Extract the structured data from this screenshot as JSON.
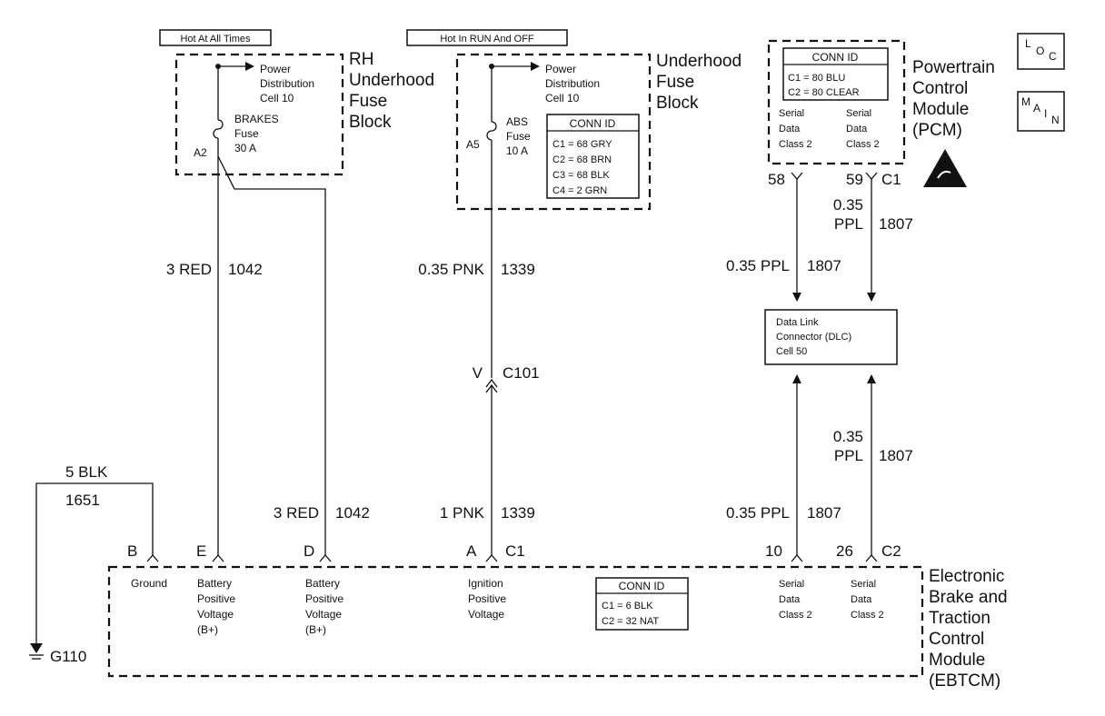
{
  "banners": {
    "hot_at_all_times": "Hot At All Times",
    "hot_in_run_and_off": "Hot In RUN And OFF"
  },
  "rh_fuse_block": {
    "title": [
      "RH",
      "Underhood",
      "Fuse",
      "Block"
    ],
    "power_dist": [
      "Power",
      "Distribution",
      "Cell 10"
    ],
    "fuse": [
      "BRAKES",
      "Fuse",
      "30 A"
    ],
    "pin": "A2"
  },
  "underhood_fuse_block": {
    "title": [
      "Underhood",
      "Fuse",
      "Block"
    ],
    "power_dist": [
      "Power",
      "Distribution",
      "Cell 10"
    ],
    "fuse": [
      "ABS",
      "Fuse",
      "10 A"
    ],
    "pin": "A5",
    "conn_id": {
      "title": "CONN ID",
      "lines": [
        "C1 = 68 GRY",
        "C2 = 68 BRN",
        "C3 = 68 BLK",
        "C4 = 2 GRN"
      ]
    }
  },
  "pcm": {
    "title": [
      "Powertrain",
      "Control",
      "Module",
      "(PCM)"
    ],
    "conn_id": {
      "title": "CONN ID",
      "lines": [
        "C1 = 80 BLU",
        "C2 = 80 CLEAR"
      ]
    },
    "serial_1": [
      "Serial",
      "Data",
      "Class 2"
    ],
    "serial_2": [
      "Serial",
      "Data",
      "Class 2"
    ],
    "pin_58": "58",
    "pin_59": "59",
    "conn": "C1"
  },
  "side_icons": {
    "loc": [
      "L",
      "O",
      "C"
    ],
    "main": [
      "M",
      "A",
      "I",
      "N"
    ]
  },
  "dlc": {
    "lines": [
      "Data Link",
      "Connector (DLC)",
      "Cell 50"
    ]
  },
  "wires": {
    "red_1042_upper": {
      "gauge_color": "3 RED",
      "circuit": "1042"
    },
    "pnk_1339_upper": {
      "gauge_color": "0.35 PNK",
      "circuit": "1339"
    },
    "inline_connector": {
      "pin": "V",
      "id": "C101"
    },
    "ppl_1807_a_upper": {
      "gauge_color": "0.35 PPL",
      "circuit": "1807"
    },
    "ppl_1807_b_upper": {
      "gauge_color_1": "0.35",
      "gauge_color_2": "PPL",
      "circuit": "1807"
    },
    "ppl_1807_b_lower": {
      "gauge_color_1": "0.35",
      "gauge_color_2": "PPL",
      "circuit": "1807"
    },
    "blk_1651": {
      "gauge_color": "5 BLK",
      "circuit": "1651"
    },
    "red_1042_lower": {
      "gauge_color": "3 RED",
      "circuit": "1042"
    },
    "pnk_1339_lower": {
      "gauge_color": "1 PNK",
      "circuit": "1339"
    },
    "ppl_1807_a_lower": {
      "gauge_color": "0.35 PPL",
      "circuit": "1807"
    }
  },
  "ebtcm": {
    "title": [
      "Electronic",
      "Brake and",
      "Traction",
      "Control",
      "Module",
      "(EBTCM)"
    ],
    "pins": {
      "b": "B",
      "e": "E",
      "d": "D",
      "a": "A",
      "c1": "C1",
      "p10": "10",
      "p26": "26",
      "c2": "C2"
    },
    "ground": "Ground",
    "batt_1": [
      "Battery",
      "Positive",
      "Voltage",
      "(B+)"
    ],
    "batt_2": [
      "Battery",
      "Positive",
      "Voltage",
      "(B+)"
    ],
    "ign": [
      "Ignition",
      "Positive",
      "Voltage"
    ],
    "serial_1": [
      "Serial",
      "Data",
      "Class 2"
    ],
    "serial_2": [
      "Serial",
      "Data",
      "Class 2"
    ],
    "conn_id": {
      "title": "CONN ID",
      "lines": [
        "C1 = 6 BLK",
        "C2 = 32 NAT"
      ]
    }
  },
  "ground_point": "G110"
}
